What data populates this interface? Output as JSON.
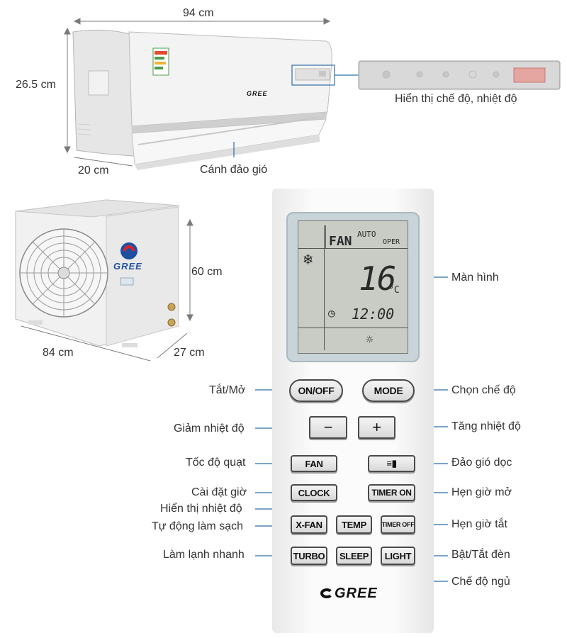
{
  "dimensions": {
    "indoor_width": "94 cm",
    "indoor_height": "26.5 cm",
    "indoor_depth": "20 cm",
    "outdoor_height": "60 cm",
    "outdoor_width": "84 cm",
    "outdoor_depth": "27 cm"
  },
  "indoor_labels": {
    "display": "Hiển thị chế độ, nhiệt độ",
    "vane": "Cánh đảo gió"
  },
  "brand": "GREE",
  "lcd": {
    "fan": "FAN",
    "auto": "AUTO",
    "oper": "OPER",
    "temp": "16",
    "unit": "°C",
    "time": "12:00"
  },
  "buttons": {
    "on_off": "ON/OFF",
    "mode": "MODE",
    "minus": "−",
    "plus": "+",
    "fan": "FAN",
    "swing": "≡▮",
    "clock": "CLOCK",
    "timer_on": "TIMER ON",
    "x_fan": "X-FAN",
    "temp": "TEMP",
    "timer_off": "TIMER OFF",
    "turbo": "TURBO",
    "sleep": "SLEEP",
    "light": "LIGHT"
  },
  "remote_labels": {
    "screen": "Màn hình",
    "on_off": "Tắt/Mở",
    "mode": "Chọn chế độ",
    "minus": "Giảm nhiệt độ",
    "plus": "Tăng nhiệt độ",
    "fan": "Tốc độ quạt",
    "swing": "Đảo gió dọc",
    "clock": "Cài đặt giờ",
    "timer_on": "Hẹn giờ mở",
    "temp": "Hiển thị nhiệt độ",
    "x_fan": "Tự động làm sạch",
    "timer_off": "Hẹn giờ tắt",
    "turbo": "Làm lạnh nhanh",
    "light": "Bật/Tắt đèn",
    "sleep": "Chế độ ngủ"
  },
  "colors": {
    "leader": "#2f6ea8",
    "lcd": "#c9ccc4",
    "brand_red": "#d8232a",
    "brand_blue": "#1f4fa0"
  }
}
